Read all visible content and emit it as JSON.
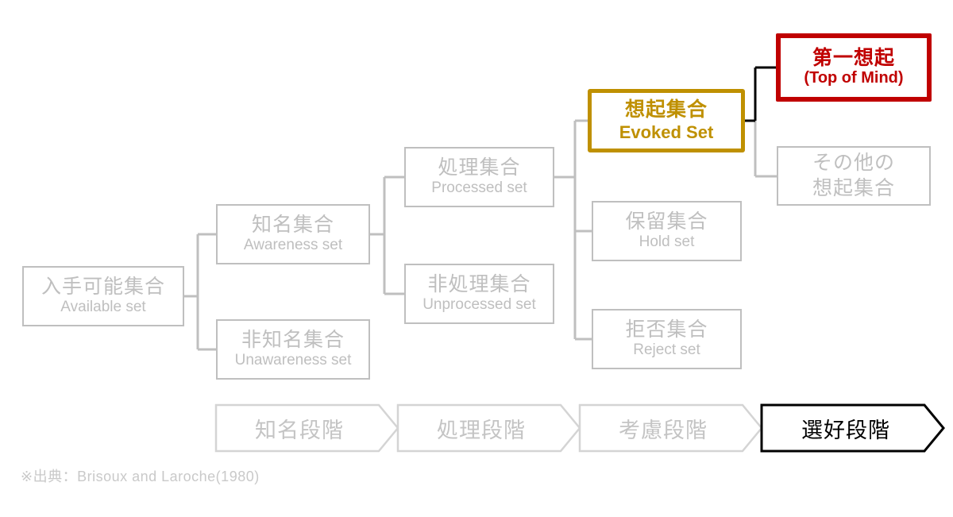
{
  "diagram": {
    "title_source_note": "※出典：Brisoux and Laroche(1980)",
    "colors": {
      "gray": "#bfbfbf",
      "gold": "#bf9000",
      "red": "#c00000",
      "black": "#000000",
      "background": "#ffffff"
    },
    "nodes": [
      {
        "id": "available",
        "jp": "入手可能集合",
        "en": "Available set",
        "style": "gray"
      },
      {
        "id": "awareness",
        "jp": "知名集合",
        "en": "Awareness set",
        "style": "gray"
      },
      {
        "id": "unawareness",
        "jp": "非知名集合",
        "en": "Unawareness set",
        "style": "gray"
      },
      {
        "id": "processed",
        "jp": "処理集合",
        "en": "Processed set",
        "style": "gray"
      },
      {
        "id": "unprocessed",
        "jp": "非処理集合",
        "en": "Unprocessed set",
        "style": "gray"
      },
      {
        "id": "evoked",
        "jp": "想起集合",
        "en": "Evoked Set",
        "style": "gold"
      },
      {
        "id": "hold",
        "jp": "保留集合",
        "en": "Hold set",
        "style": "gray"
      },
      {
        "id": "reject",
        "jp": "拒否集合",
        "en": "Reject set",
        "style": "gray"
      },
      {
        "id": "topofmind",
        "jp": "第一想起",
        "en": "(Top of Mind)",
        "style": "red"
      },
      {
        "id": "othersevoked",
        "jp_line1": "その他の",
        "jp_line2": "想起集合",
        "en": "",
        "style": "gray"
      }
    ],
    "stages": [
      {
        "id": "awareness-stage",
        "label": "知名段階",
        "style": "gray"
      },
      {
        "id": "processing-stage",
        "label": "処理段階",
        "style": "gray"
      },
      {
        "id": "consideration-stage",
        "label": "考慮段階",
        "style": "gray"
      },
      {
        "id": "preference-stage",
        "label": "選好段階",
        "style": "black"
      }
    ]
  }
}
